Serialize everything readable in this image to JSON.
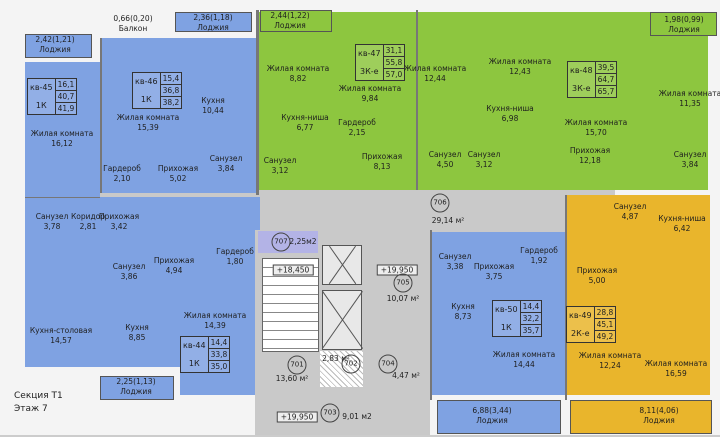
{
  "section": {
    "name": "Секция Т1",
    "floor": "Этаж 7"
  },
  "colors": {
    "blue": "#7fa2e2",
    "green": "#8dc63f",
    "yellow": "#e9b52c",
    "common": "#c9c9c9"
  },
  "outdoor": [
    {
      "area": "2,42(1,21)",
      "name": "Лоджия"
    },
    {
      "area": "0,66(0,20)",
      "name": "Балкон"
    },
    {
      "area": "2,36(1,18)",
      "name": "Лоджия"
    },
    {
      "area": "2,44(1,22)",
      "name": "Лоджия"
    },
    {
      "area": "1,98(0,99)",
      "name": "Лоджия"
    },
    {
      "area": "2,25(1,13)",
      "name": "Лоджия"
    },
    {
      "area": "6,88(3,44)",
      "name": "Лоджия"
    },
    {
      "area": "8,11(4,06)",
      "name": "Лоджия"
    }
  ],
  "apartments": [
    {
      "number": "кв-45",
      "type": "1К",
      "areas": [
        "16,1",
        "40,7",
        "41,9"
      ]
    },
    {
      "number": "кв-46",
      "type": "1К",
      "areas": [
        "15,4",
        "36,8",
        "38,2"
      ]
    },
    {
      "number": "кв-47",
      "type": "3К-е",
      "areas": [
        "31,1",
        "55,8",
        "57,0"
      ]
    },
    {
      "number": "кв-48",
      "type": "3К-е",
      "areas": [
        "39,5",
        "64,7",
        "65,7"
      ]
    },
    {
      "number": "кв-44",
      "type": "1К",
      "areas": [
        "14,4",
        "33,8",
        "35,0"
      ]
    },
    {
      "number": "кв-50",
      "type": "1К",
      "areas": [
        "14,4",
        "32,2",
        "35,7"
      ]
    },
    {
      "number": "кв-49",
      "type": "2К-е",
      "areas": [
        "28,8",
        "45,1",
        "49,2"
      ]
    }
  ],
  "rooms": [
    {
      "name": "Жилая комната",
      "area": "16,12"
    },
    {
      "name": "Жилая комната",
      "area": "15,39"
    },
    {
      "name": "Кухня",
      "area": "10,44"
    },
    {
      "name": "Гардероб",
      "area": "2,10"
    },
    {
      "name": "Прихожая",
      "area": "5,02"
    },
    {
      "name": "Санузел",
      "area": "3,84"
    },
    {
      "name": "Санузел",
      "area": "3,78"
    },
    {
      "name": "Коридор",
      "area": "2,81"
    },
    {
      "name": "Прихожая",
      "area": "3,42"
    },
    {
      "name": "Санузел",
      "area": "3,86"
    },
    {
      "name": "Прихожая",
      "area": "4,94"
    },
    {
      "name": "Гардероб",
      "area": "1,80"
    },
    {
      "name": "Кухня-столовая",
      "area": "14,57"
    },
    {
      "name": "Кухня",
      "area": "8,85"
    },
    {
      "name": "Жилая комната",
      "area": "14,39"
    },
    {
      "name": "Жилая комната",
      "area": "8,82"
    },
    {
      "name": "Жилая комната",
      "area": "12,44"
    },
    {
      "name": "Жилая комната",
      "area": "9,84"
    },
    {
      "name": "Кухня-ниша",
      "area": "6,77"
    },
    {
      "name": "Гардероб",
      "area": "2,15"
    },
    {
      "name": "Санузел",
      "area": "3,12"
    },
    {
      "name": "Прихожая",
      "area": "8,13"
    },
    {
      "name": "Санузел",
      "area": "4,50"
    },
    {
      "name": "Жилая комната",
      "area": "12,43"
    },
    {
      "name": "Кухня-ниша",
      "area": "6,98"
    },
    {
      "name": "Жилая комната",
      "area": "15,70"
    },
    {
      "name": "Жилая комната",
      "area": "11,35"
    },
    {
      "name": "Санузел",
      "area": "3,12"
    },
    {
      "name": "Прихожая",
      "area": "12,18"
    },
    {
      "name": "Санузел",
      "area": "3,84"
    },
    {
      "name": "Санузел",
      "area": "3,38"
    },
    {
      "name": "Прихожая",
      "area": "3,75"
    },
    {
      "name": "Гардероб",
      "area": "1,92"
    },
    {
      "name": "Кухня",
      "area": "8,73"
    },
    {
      "name": "Жилая комната",
      "area": "14,44"
    },
    {
      "name": "Санузел",
      "area": "4,87"
    },
    {
      "name": "Кухня-ниша",
      "area": "6,42"
    },
    {
      "name": "Прихожая",
      "area": "5,00"
    },
    {
      "name": "Жилая комната",
      "area": "12,24"
    },
    {
      "name": "Жилая комната",
      "area": "16,59"
    }
  ],
  "common": [
    {
      "number": "707",
      "area": "2,25м2"
    },
    {
      "number": "705",
      "area": "10,07 м²",
      "level": "+19,950"
    },
    {
      "number": "701",
      "area": "13,60 м²",
      "level": "+18,450"
    },
    {
      "number": "702",
      "area": "2,83 м²"
    },
    {
      "number": "704",
      "area": "4,47 м²"
    },
    {
      "number": "703",
      "area": "9,01 м2",
      "level": "+19,950"
    },
    {
      "number": "706",
      "area": "29,14 м²"
    }
  ]
}
